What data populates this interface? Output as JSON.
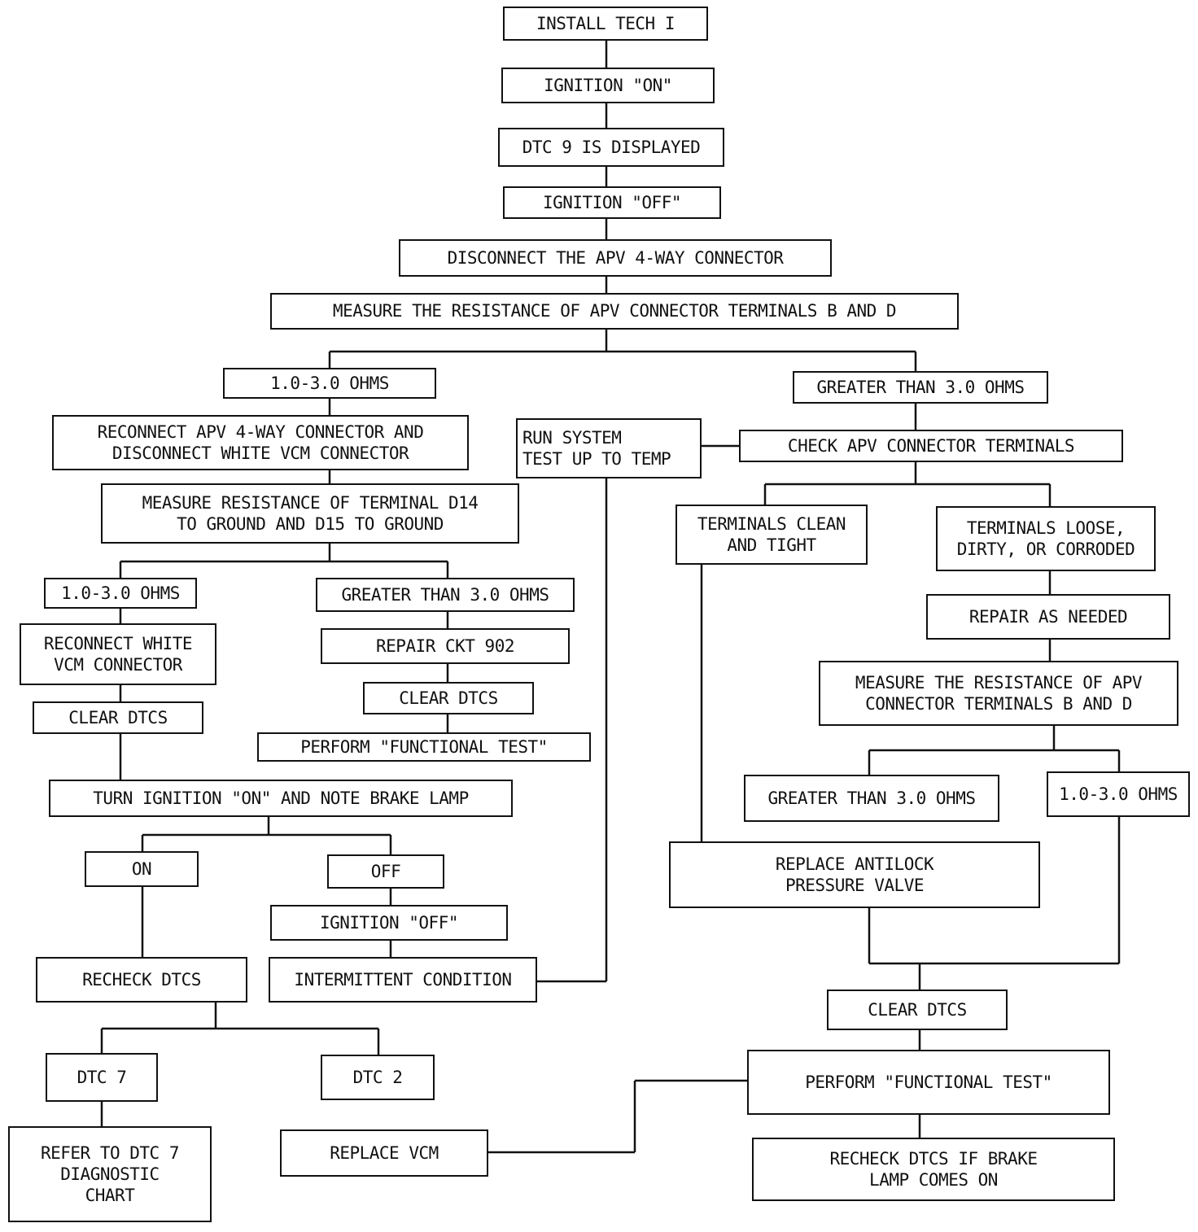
{
  "nodes": {
    "install_tech": "INSTALL TECH I",
    "ignition_on_1": "IGNITION \"ON\"",
    "dtc9_displayed": "DTC 9 IS DISPLAYED",
    "ignition_off_1": "IGNITION \"OFF\"",
    "disconnect_apv": "DISCONNECT THE APV 4-WAY CONNECTOR",
    "measure_apv_bd": "MEASURE THE RESISTANCE OF APV CONNECTOR TERMINALS B AND D",
    "ohms_1_3_a": "1.0-3.0 OHMS",
    "greater_3_a": "GREATER THAN 3.0 OHMS",
    "reconnect_apv": "RECONNECT APV 4-WAY CONNECTOR AND\nDISCONNECT WHITE VCM CONNECTOR",
    "run_system_test": "RUN SYSTEM\nTEST UP TO TEMP",
    "check_apv_terminals": "CHECK APV CONNECTOR TERMINALS",
    "measure_d14_d15": "MEASURE RESISTANCE OF TERMINAL D14\nTO GROUND AND D15 TO GROUND",
    "terminals_clean": "TERMINALS CLEAN\nAND TIGHT",
    "terminals_loose": "TERMINALS LOOSE,\nDIRTY, OR CORRODED",
    "ohms_1_3_b": "1.0-3.0 OHMS",
    "greater_3_b": "GREATER THAN 3.0 OHMS",
    "reconnect_white_vcm": "RECONNECT WHITE\nVCM CONNECTOR",
    "repair_ckt": "REPAIR CKT 902",
    "repair_as_needed": "REPAIR AS NEEDED",
    "clear_dtcs_b": "CLEAR DTCS",
    "clear_dtcs_a": "CLEAR DTCS",
    "measure_apv_bd_2": "MEASURE THE RESISTANCE OF APV\nCONNECTOR TERMINALS B AND D",
    "perform_functional_1": "PERFORM \"FUNCTIONAL TEST\"",
    "turn_ignition_on": "TURN IGNITION \"ON\" AND NOTE BRAKE LAMP",
    "greater_3_c": "GREATER THAN 3.0 OHMS",
    "ohms_1_3_c": "1.0-3.0 OHMS",
    "on": "ON",
    "off": "OFF",
    "replace_apv": "REPLACE ANTILOCK\nPRESSURE VALVE",
    "ignition_off_2": "IGNITION \"OFF\"",
    "recheck_dtcs": "RECHECK DTCS",
    "intermittent": "INTERMITTENT CONDITION",
    "clear_dtcs_c": "CLEAR DTCS",
    "dtc7": "DTC 7",
    "dtc2": "DTC 2",
    "perform_functional_2": "PERFORM \"FUNCTIONAL TEST\"",
    "refer_dtc7": "REFER TO DTC 7\nDIAGNOSTIC\nCHART",
    "replace_vcm": "REPLACE VCM",
    "recheck_if_brake": "RECHECK DTCS IF BRAKE\nLAMP COMES ON"
  }
}
